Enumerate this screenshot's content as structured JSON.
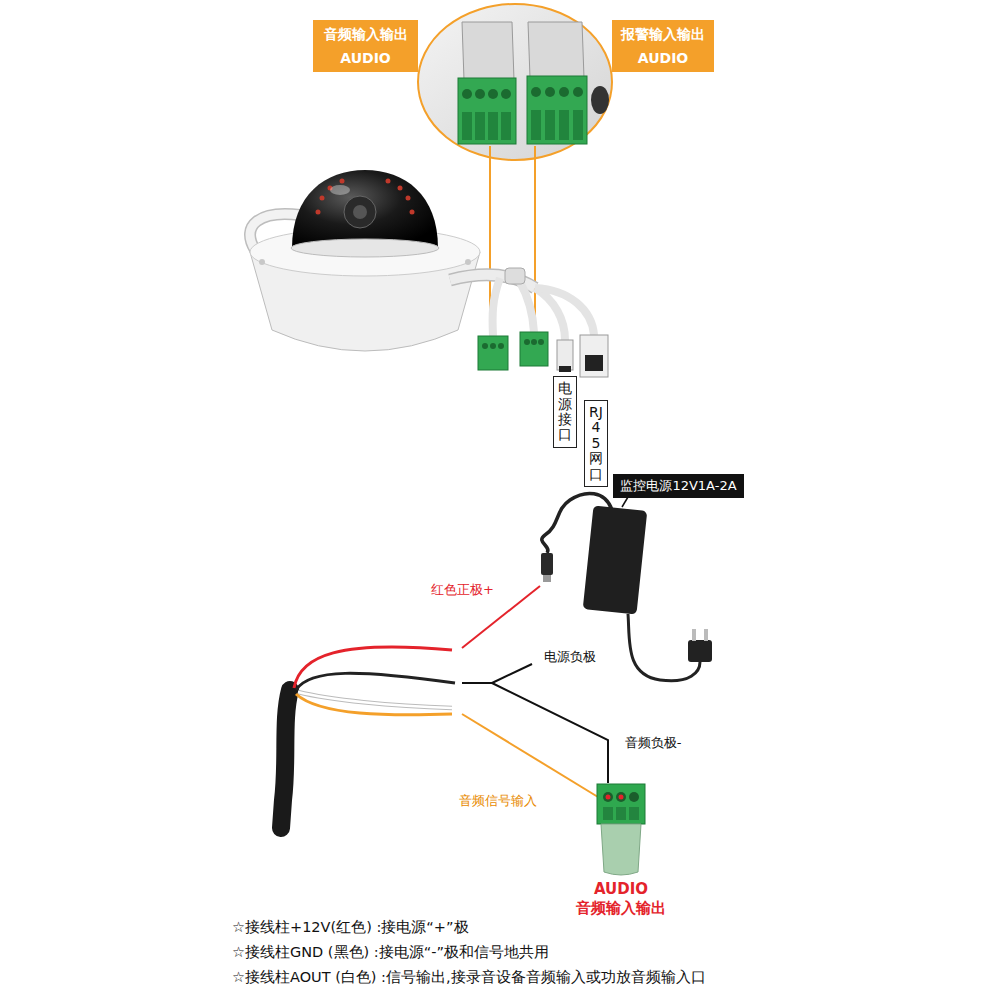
{
  "diagram": {
    "nodes": [
      {
        "text": [
          "音频输入输出",
          "AUDIO"
        ]
      },
      {
        "text": [
          "报警输入输出",
          "AUDIO"
        ]
      },
      {
        "text": [
          "电源接口"
        ]
      },
      {
        "text": [
          "RJ45网口"
        ]
      },
      {
        "text": [
          "监控电源12V1A-2A"
        ]
      },
      {
        "text": [
          "红色正极+"
        ]
      },
      {
        "text": [
          "电源负极"
        ]
      },
      {
        "text": [
          "音频负极-"
        ]
      },
      {
        "text": [
          "音频信号输入"
        ]
      }
    ],
    "labels": [
      "AUDIO",
      "音频输入输出",
      "☆接线柱+12V(红色) :接电源“+”极",
      "☆接线柱GND (黑色) :接电源“-”极和信号地共用",
      "☆接线柱AOUT (白色) :信号输出,接录音设备音频输入或功放音频输入口"
    ]
  }
}
